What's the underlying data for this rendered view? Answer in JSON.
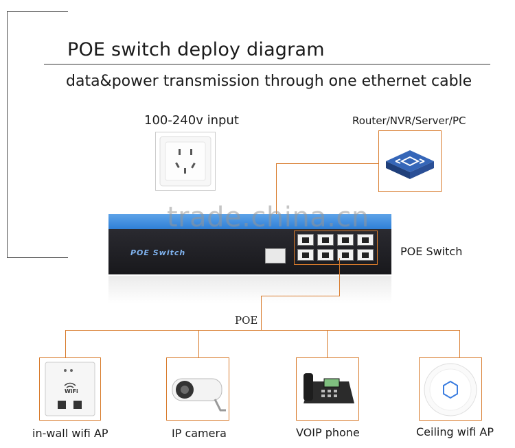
{
  "title": "POE switch deploy diagram",
  "subtitle": "data&power transmission through one ethernet cable",
  "watermark": "trade.china.cn",
  "nodes": {
    "power_input": "100-240v input",
    "router": "Router/NVR/Server/PC",
    "switch": "POE Switch",
    "switch_face_label": "POE Switch",
    "poe": "POE"
  },
  "devices": [
    {
      "label": "in-wall wifi AP",
      "icon": "wall-ap-icon"
    },
    {
      "label": "IP camera",
      "icon": "ip-camera-icon"
    },
    {
      "label": "VOIP phone",
      "icon": "voip-phone-icon"
    },
    {
      "label": "Ceiling wifi AP",
      "icon": "ceiling-ap-icon"
    }
  ],
  "wall_ap_text": "WiFi",
  "colors": {
    "connector": "#d87a2a",
    "switch_blue": "#2f7fd6",
    "switch_body": "#1f1f24"
  }
}
